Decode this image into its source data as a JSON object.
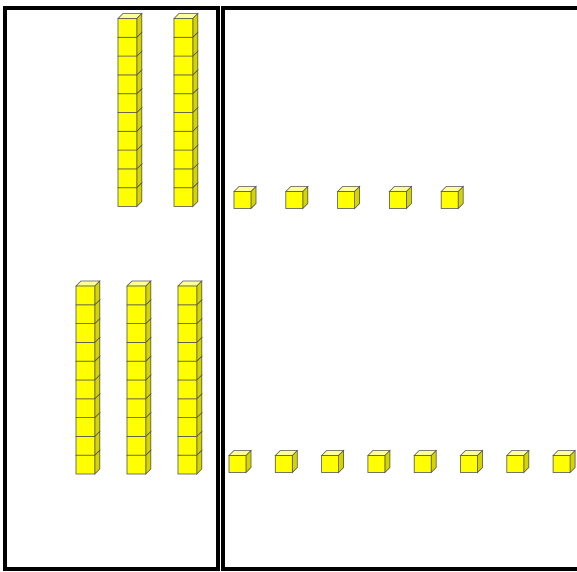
{
  "colors": {
    "background": "#ffffff",
    "panel_border": "#000000",
    "cube_front": "#ffff00",
    "cube_top": "#ffff99",
    "cube_side": "#d4d400",
    "cube_stroke": "#555555"
  },
  "place_value_mat": {
    "tens_column": {
      "rows": [
        {
          "rods": 2,
          "cubes_per_rod": 10
        },
        {
          "rods": 3,
          "cubes_per_rod": 10
        }
      ]
    },
    "ones_column": {
      "rows": [
        {
          "cubes": 5
        },
        {
          "cubes": 8
        }
      ]
    }
  },
  "icons": [
    "ten-rod-icon",
    "unit-cube-icon"
  ]
}
